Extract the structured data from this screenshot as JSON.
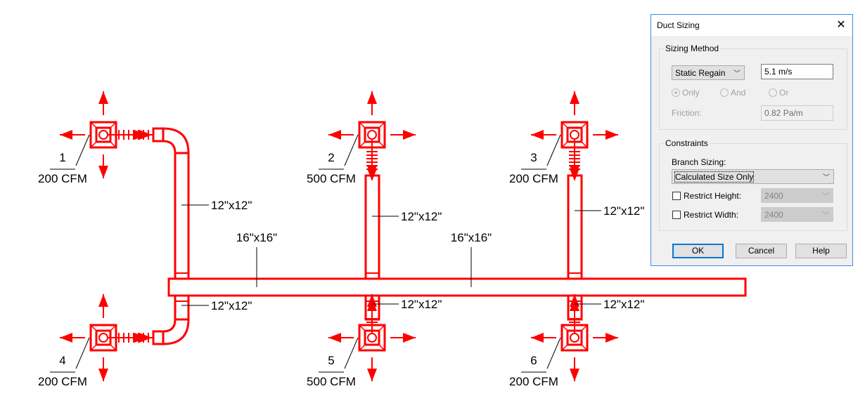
{
  "drawing": {
    "terminals": [
      {
        "number": "1",
        "cfm": "200 CFM"
      },
      {
        "number": "2",
        "cfm": "500 CFM"
      },
      {
        "number": "3",
        "cfm": "200 CFM"
      },
      {
        "number": "4",
        "cfm": "200 CFM"
      },
      {
        "number": "5",
        "cfm": "500 CFM"
      },
      {
        "number": "6",
        "cfm": "200 CFM"
      }
    ],
    "branch_sizes": [
      "12\"x12\"",
      "12\"x12\"",
      "12\"x12\"",
      "12\"x12\"",
      "12\"x12\"",
      "12\"x12\""
    ],
    "main_sizes": [
      "16\"x16\"",
      "16\"x16\""
    ],
    "duct_color": "#ff0000"
  },
  "dialog": {
    "title": "Duct Sizing",
    "close_icon": "close-icon",
    "sizing_method": {
      "group_label": "Sizing Method",
      "method_value": "Static Regain",
      "velocity_value": "5.1 m/s",
      "radio_only": "Only",
      "radio_and": "And",
      "radio_or": "Or",
      "selected_radio": "Only",
      "friction_label": "Friction:",
      "friction_value": "0.82 Pa/m"
    },
    "constraints": {
      "group_label": "Constraints",
      "branch_sizing_label": "Branch Sizing:",
      "branch_sizing_value": "Calculated Size Only",
      "restrict_height_label": "Restrict Height:",
      "restrict_height_value": "2400",
      "restrict_width_label": "Restrict Width:",
      "restrict_width_value": "2400"
    },
    "buttons": {
      "ok": "OK",
      "cancel": "Cancel",
      "help": "Help"
    }
  }
}
